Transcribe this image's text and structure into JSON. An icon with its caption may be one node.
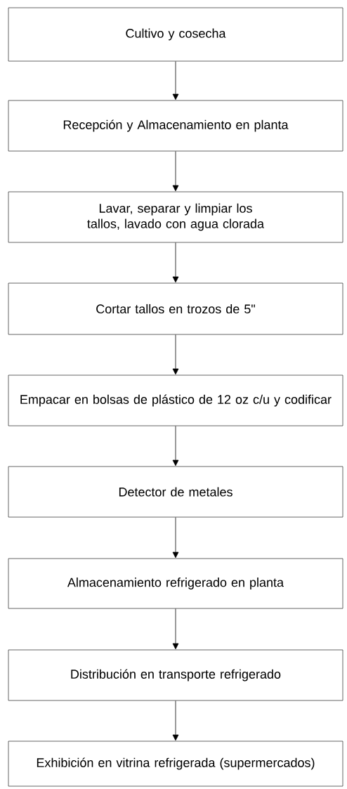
{
  "diagram": {
    "nodes": [
      {
        "text": [
          "Cultivo y cosecha"
        ]
      },
      {
        "text": [
          "Recepción y Almacenamiento en planta"
        ]
      },
      {
        "text": [
          "Lavar, separar y limpiar los tallos, lavado con agua clorada"
        ]
      },
      {
        "text": [
          "Cortar tallos en trozos de 5\""
        ]
      },
      {
        "text": [
          "Empacar en bolsas de plástico de 12 oz c/u y codificar"
        ]
      },
      {
        "text": [
          "Detector de metales"
        ]
      },
      {
        "text": [
          "Almacenamiento refrigerado en planta"
        ]
      },
      {
        "text": [
          "Distribución en transporte refrigerado"
        ]
      },
      {
        "text": [
          "Exhibición en vitrina refrigerada (supermercados)"
        ]
      }
    ],
    "edges": [
      {
        "from": 0,
        "to": 1,
        "arrow": "to"
      },
      {
        "from": 1,
        "to": 2,
        "arrow": "to"
      },
      {
        "from": 2,
        "to": 3,
        "arrow": "to"
      },
      {
        "from": 3,
        "to": 4,
        "arrow": "to"
      },
      {
        "from": 4,
        "to": 5,
        "arrow": "to"
      },
      {
        "from": 5,
        "to": 6,
        "arrow": "to"
      },
      {
        "from": 6,
        "to": 7,
        "arrow": "to"
      },
      {
        "from": 7,
        "to": 8,
        "arrow": "to"
      }
    ]
  }
}
